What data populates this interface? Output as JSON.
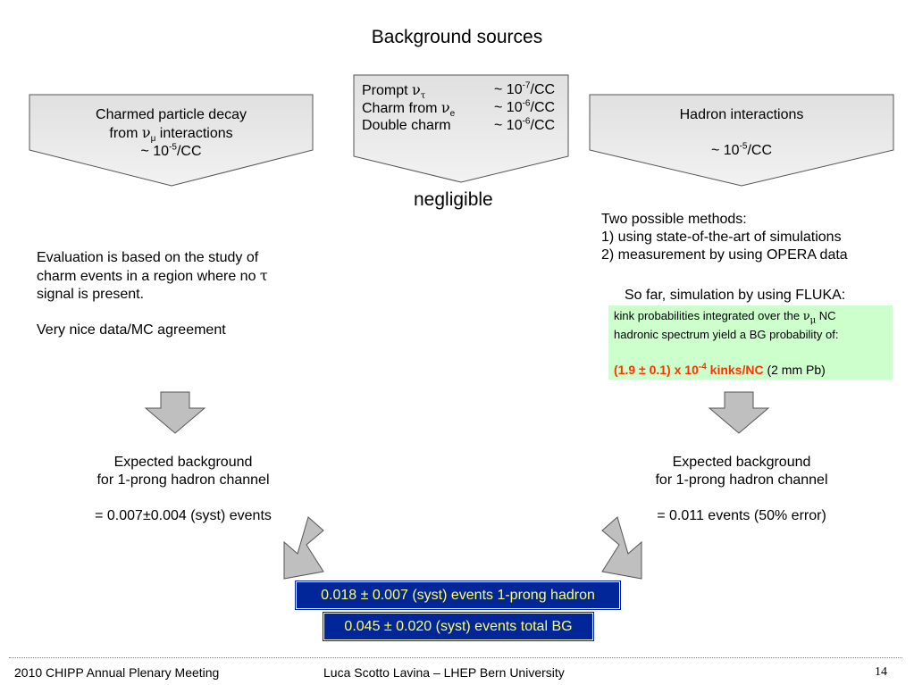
{
  "title": "Background sources",
  "left_pentagon": {
    "line1": "Charmed particle decay",
    "line2_pre": "from ",
    "line2_greek": "ν",
    "line2_sub": "μ",
    "line2_post": " interactions",
    "line3_pre": "~ 10",
    "line3_sup": "-5",
    "line3_post": "/CC"
  },
  "middle_pentagon": {
    "rows": [
      {
        "label_pre": "Prompt  ",
        "greek": "ν",
        "sub": "τ",
        "val_pre": "~ 10",
        "val_sup": "-7",
        "val_post": "/CC"
      },
      {
        "label_pre": "Charm from ",
        "greek": "ν",
        "sub": "e",
        "val_pre": "~ 10",
        "val_sup": "-6",
        "val_post": "/CC"
      },
      {
        "label_pre": "Double charm",
        "greek": "",
        "sub": "",
        "val_pre": "~ 10",
        "val_sup": "-6",
        "val_post": "/CC"
      }
    ],
    "verdict": "negligible"
  },
  "right_pentagon": {
    "line1": "Hadron interactions",
    "line2_pre": "~ 10",
    "line2_sup": "-5",
    "line2_post": "/CC"
  },
  "left_text": {
    "line1": "Evaluation is based on the study of",
    "line2": "charm events in a region where no ",
    "line2_greek": "τ",
    "line3": "signal is present.",
    "line4": "Very nice data/MC agreement"
  },
  "right_text": {
    "line1": "Two possible methods:",
    "line2": "1) using state-of-the-art of simulations",
    "line3": "2) measurement by using OPERA data",
    "line4": "So far, simulation by using FLUKA:"
  },
  "green_box": {
    "line1_pre": "kink probabilities integrated over the ",
    "line1_greek": "ν",
    "line1_sub": "μ",
    "line1_post": " NC",
    "line2": "hadronic spectrum yield a BG probability of:",
    "result_pre": "(1.9 ± 0.1) x 10",
    "result_sup": "-4",
    "result_post": " kinks/NC",
    "result_tail": " (2 mm Pb)"
  },
  "left_expected": {
    "line1": "Expected background",
    "line2": "for 1-prong hadron channel",
    "line3": "= 0.007±0.004 (syst) events"
  },
  "right_expected": {
    "line1": "Expected background",
    "line2": "for 1-prong hadron channel",
    "line3": "= 0.011 events (50% error)"
  },
  "results": {
    "line1": "0.018 ± 0.007 (syst) events 1-prong hadron",
    "line2": "0.045 ± 0.020 (syst) events total BG"
  },
  "footer": {
    "left": "2010 CHIPP Annual Plenary Meeting",
    "center": "Luca Scotto Lavina – LHEP Bern University",
    "page": "14"
  },
  "colors": {
    "shape_fill": "#e6e6e6",
    "arrow_fill": "#bfbfbf",
    "green_box": "#ccffcc",
    "result_bg": "#002699",
    "result_text": "#ffff66",
    "highlight": "#ff3300"
  }
}
